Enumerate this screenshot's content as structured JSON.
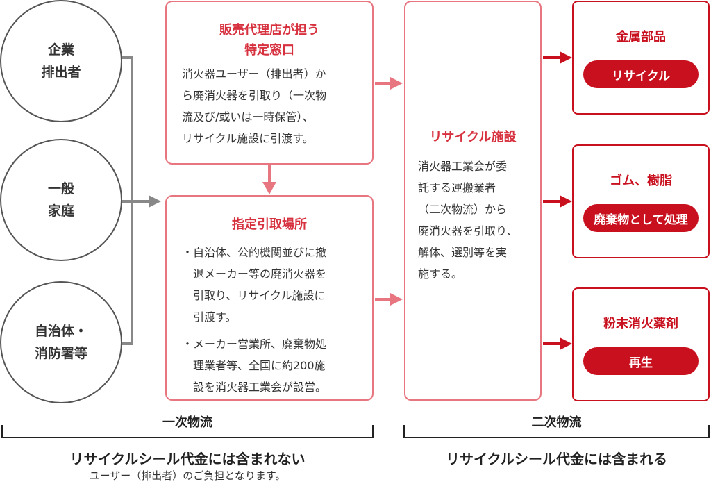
{
  "circles": {
    "company": [
      "企業",
      "排出者"
    ],
    "household": [
      "一般",
      "家庭"
    ],
    "municipality": [
      "自治体・",
      "消防署等"
    ]
  },
  "dealer_box": {
    "title": [
      "販売代理店が担う",
      "特定窓口"
    ],
    "body": [
      "消火器ユーザー（排出者）か",
      "ら廃消火器を引取り（一次物",
      "流及び/或いは一時保管）、",
      "リサイクル施設に引渡す。"
    ]
  },
  "designated_box": {
    "title": "指定引取場所",
    "bullet1": [
      "・自治体、公的機関並びに撤",
      "退メーカー等の廃消火器を",
      "引取り、リサイクル施設に",
      "引渡す。"
    ],
    "bullet2": [
      "・メーカー営業所、廃棄物処",
      "理業者等、全国に約200施",
      "設を消火器工業会が設営。"
    ]
  },
  "recycle_box": {
    "title": "リサイクル施設",
    "body": [
      "消火器工業会が委",
      "託する運搬業者",
      "（二次物流）から",
      "廃消火器を引取り、",
      "解体、選別等を実",
      "施する。"
    ]
  },
  "outputs": [
    {
      "title": "金属部品",
      "action": "リサイクル"
    },
    {
      "title": "ゴム、樹脂",
      "action": "廃棄物として処理"
    },
    {
      "title": "粉末消火薬剤",
      "action": "再生"
    }
  ],
  "footer": {
    "primary_label": "一次物流",
    "secondary_label": "二次物流",
    "primary_note": "リサイクルシール代金には含まれない",
    "primary_subnote": "ユーザー（排出者）のご負担となります。",
    "secondary_note": "リサイクルシール代金には含まれる"
  },
  "colors": {
    "gray_line": "#888888",
    "pink_arrow": "#e87680",
    "red": "#c8101e"
  }
}
